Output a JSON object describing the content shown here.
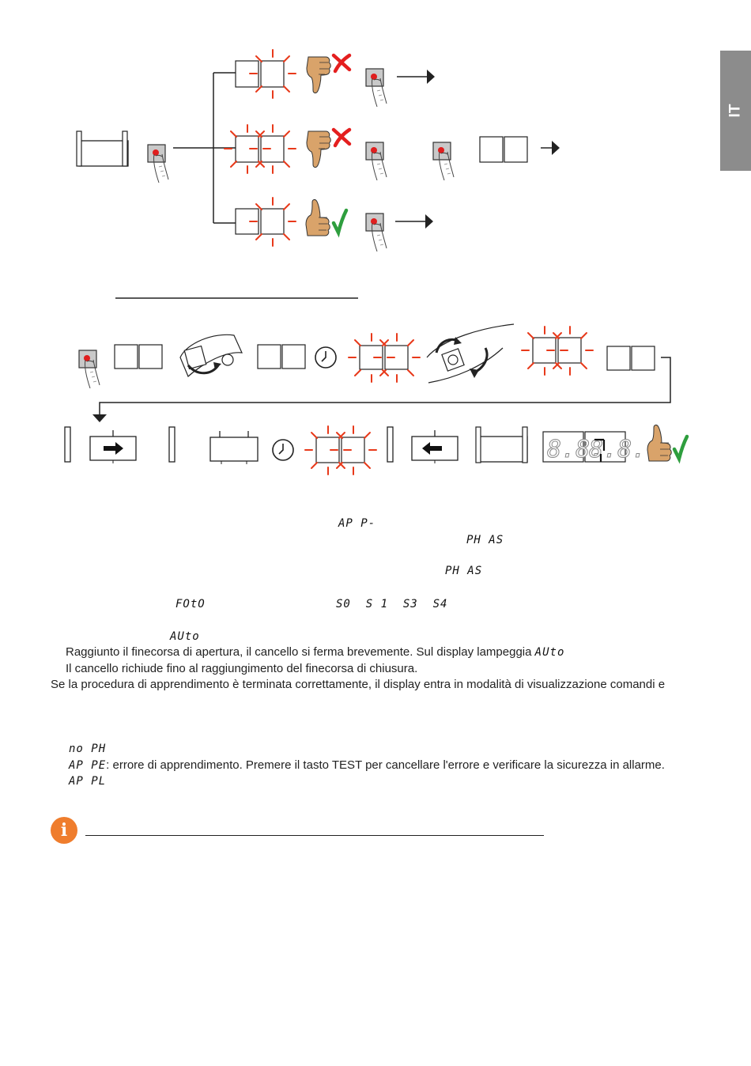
{
  "side_tab": {
    "language": "IT"
  },
  "display_codes": {
    "app_minus": "AP P-",
    "phas_1": "PH AS",
    "phas_2": "PH AS",
    "foto": "FOtO",
    "s_inputs": "S0  S 1  S3  S4",
    "auto_1": "AUto",
    "no_ph": "no PH",
    "ap_pl": "AP PL",
    "display_mode": "8.8. 8.8."
  },
  "body_text": {
    "line_open_limit": "Raggiunto il finecorsa di apertura, il cancello si ferma brevemente. Sul display lampeggia ",
    "auto_2": "AUto",
    "line_close": "Il cancello richiude fino al raggiungimento del finecorsa di chiusura.",
    "line_success": "Se la procedura di apprendimento è terminata correttamente, il display entra in modalità di visualizzazione comandi e",
    "ap_pe_code": "AP PE",
    "ap_pe_text": ": errore di apprendimento. Premere il tasto TEST per cancellare l'errore e verificare la sicurezza in allarme."
  },
  "colors": {
    "flash": "#e8391a",
    "check": "#2e9e3e",
    "cross": "#e41f1f",
    "thumb": "#d9a36a",
    "button": "#c9c9c9",
    "tab": "#8c8c8c",
    "info": "#ef7d2d"
  },
  "icons": [
    "finger-press-icon",
    "thumb-down-icon",
    "thumb-up-icon",
    "cross-icon",
    "check-icon",
    "clock-icon",
    "arrow-right-icon",
    "arrow-left-icon",
    "info-icon",
    "release-knob-icon",
    "lock-knob-icon"
  ]
}
